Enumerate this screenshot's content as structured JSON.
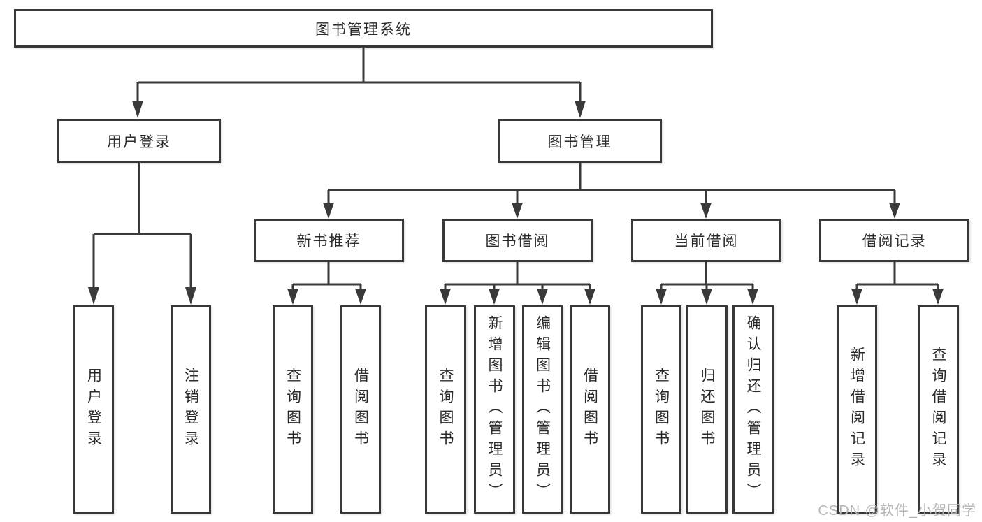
{
  "tree": {
    "root": {
      "label": "图书管理系统"
    },
    "branches": [
      {
        "label": "用户登录",
        "leaves": [
          {
            "label": "用户登录"
          },
          {
            "label": "注销登录"
          }
        ]
      },
      {
        "label": "图书管理",
        "groups": [
          {
            "label": "新书推荐",
            "leaves": [
              {
                "label": "查询图书"
              },
              {
                "label": "借阅图书"
              }
            ]
          },
          {
            "label": "图书借阅",
            "leaves": [
              {
                "label": "查询图书"
              },
              {
                "label": "新增图书（管理员）"
              },
              {
                "label": "编辑图书（管理员）"
              },
              {
                "label": "借阅图书"
              }
            ]
          },
          {
            "label": "当前借阅",
            "leaves": [
              {
                "label": "查询图书"
              },
              {
                "label": "归还图书"
              },
              {
                "label": "确认归还（管理员）"
              }
            ]
          },
          {
            "label": "借阅记录",
            "leaves": [
              {
                "label": "新增借阅记录"
              },
              {
                "label": "查询借阅记录"
              }
            ]
          }
        ]
      }
    ]
  },
  "watermark": {
    "text": "CSDN @软件_小贺同学",
    "color": "#b5b5b5"
  },
  "colors": {
    "line": "#3a3a3a",
    "border": "#383838",
    "text": "#2b2b2b",
    "background": "#ffffff"
  }
}
